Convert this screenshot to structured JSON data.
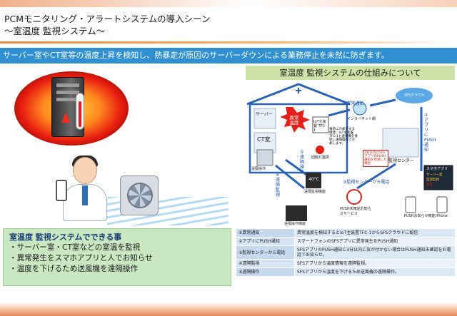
{
  "title": {
    "line1": "PCMモニタリング・アラートシステムの導入シーン",
    "line2": "～室温度 監視システム～"
  },
  "subtitle": "サーバー室やCT室等の温度上昇を検知し、熱暴走が原因のサーバーダウンによる業務停止を未然に防ぎます。",
  "mechanism_title": "室温度 監視システムの仕組みについて",
  "features": {
    "heading": "室温度 監視システムでできる事",
    "items": [
      "・サーバー室・CT室などの室温を監視",
      "・異常発生をスマホアプリと人でお知らせ",
      "・温度を下げるため送風機を遠隔操作"
    ]
  },
  "diagram": {
    "server_label": "サーバー",
    "ct_label": "CT室",
    "alert_label": "異常温度",
    "iot_label": "IoT主装置 TFC-1",
    "rotating_light": "回転灯連携",
    "remote_op_label": "遠隔操作",
    "internet_label": "インターネット網",
    "cloud_label": "SFSクラウド",
    "note": "事前に冷却をする場合、IoT主装置TFC-1と送風機を接続し遠隔操作で冷却します。",
    "step1": "①異常通知",
    "step2": "②アプリにPUSH通知",
    "step3": "③監視センターから電話",
    "step4": "④遠隔監視",
    "step5": "⑤遠隔操作",
    "monitor_center": "監視センター",
    "smartphone_app": "スマホアプリ",
    "status_items": [
      "サーバー室",
      "室温監視",
      "異常"
    ],
    "unanswered_note": "3分以内にSFSアプリのPUSH通知を見逃した場合",
    "remote_monitor_func": "遠隔監視機能",
    "remote_op_func": "遠隔操作機能",
    "push_service": "PUSH未確認お知らせサービス",
    "push_func": "PUSHお知らせ機能",
    "temp_value": "40°C",
    "iphone": "iPhone"
  },
  "table": [
    {
      "key": "①異常通知",
      "value": "異常温度を検知するとIoT主装置TFC-1からSFSクラウドに配信"
    },
    {
      "key": "②アプリにPUSH通知",
      "value": "スマートフォンのSFSアプリに異常発生をPUSH通知"
    },
    {
      "key": "③監視センターから電話",
      "value": "SFSアプリのPUSH通知に3分以内に気が付かない場合はPUSH通知未確認をお電話でお知らせ。"
    },
    {
      "key": "④遠隔監視",
      "value": "SFSアプリから温度情報を遠隔監視。"
    },
    {
      "key": "⑤遠隔操作",
      "value": "SFSアプリから温度を下げるため送風機の遠隔操作。"
    }
  ],
  "colors": {
    "banner_blue": "#2f8fd0",
    "green_band": "#cfe3a8",
    "feature_green": "#c9e7c0",
    "accent_orange": "#f08a3c",
    "alert_red": "#e3201a"
  }
}
